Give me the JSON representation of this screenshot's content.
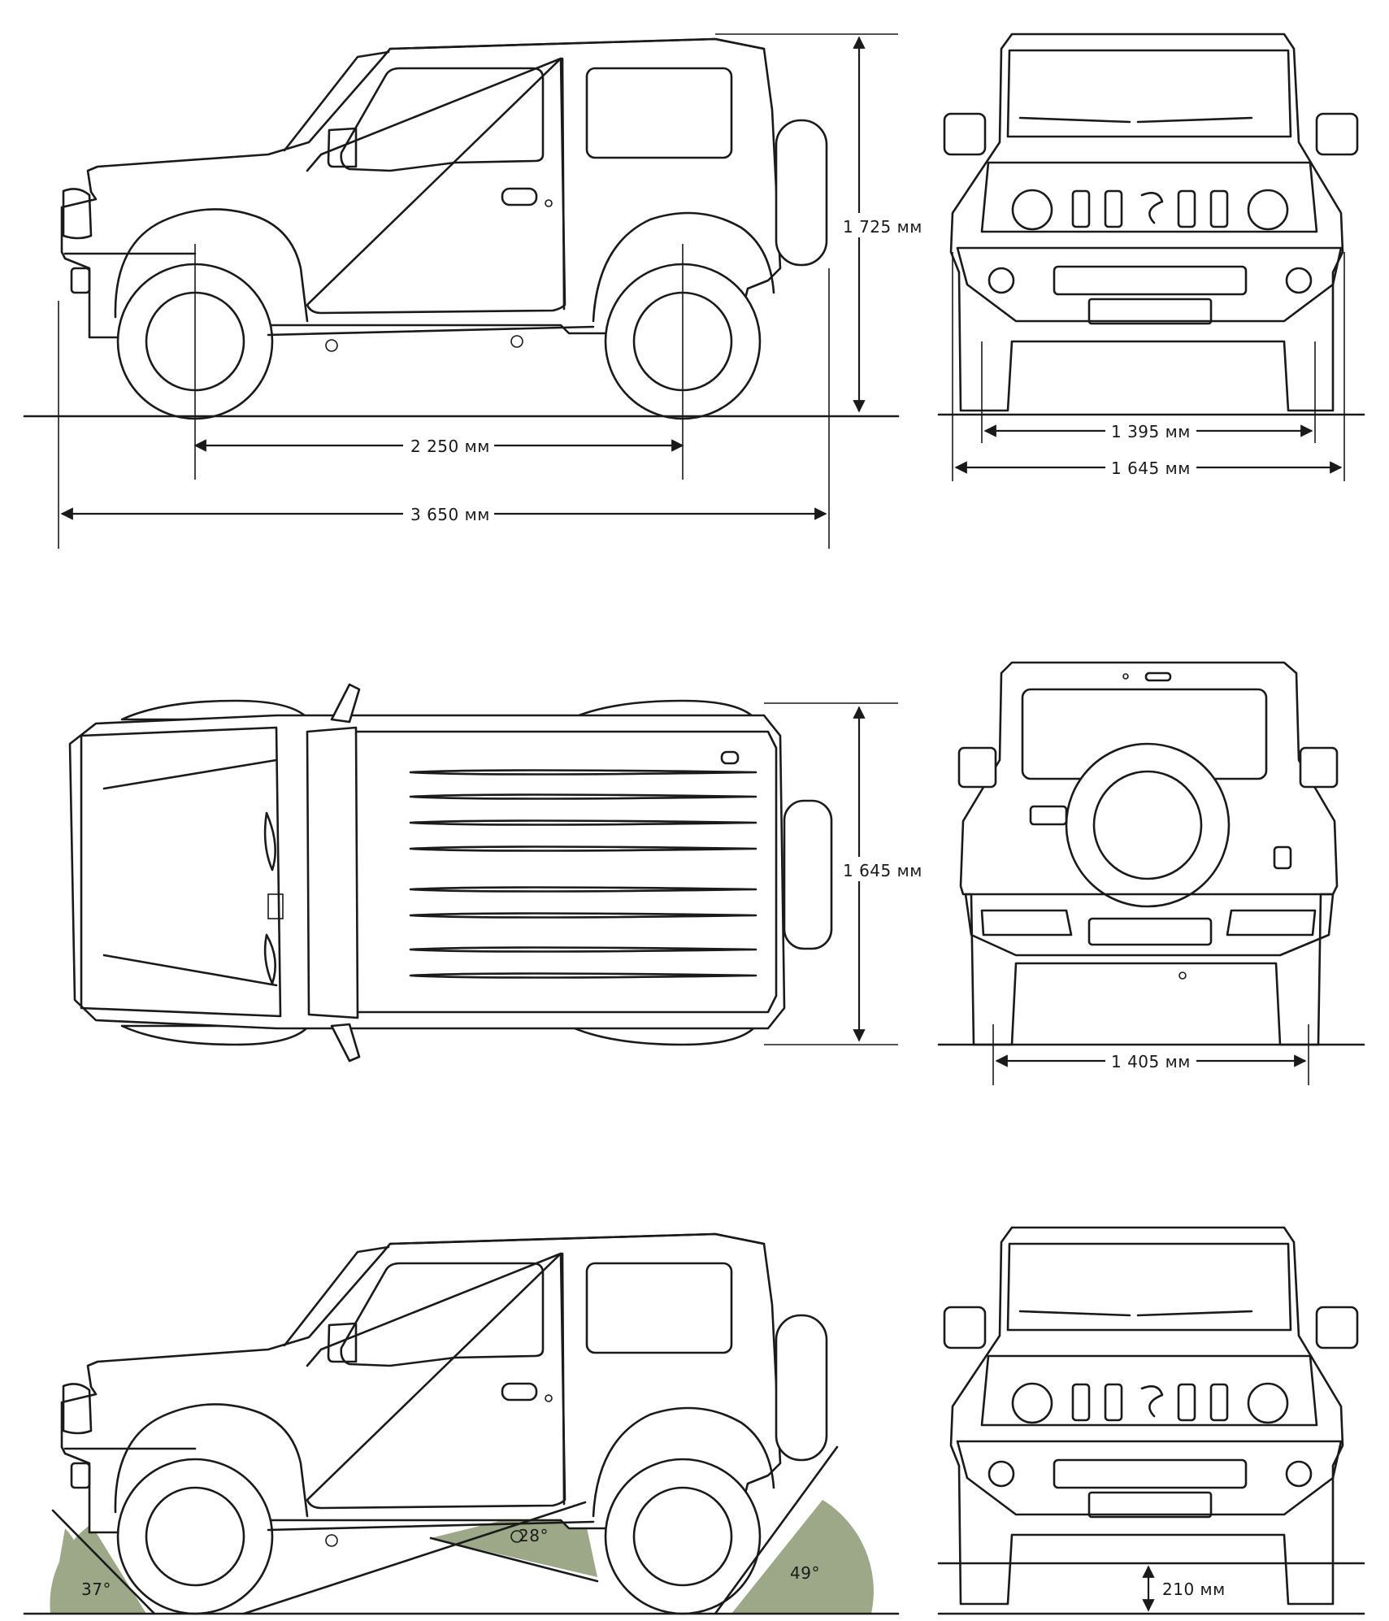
{
  "dimensions": {
    "height": "1 725 мм",
    "wheelbase": "2 250 мм",
    "length": "3 650 мм",
    "front_track": "1 395 мм",
    "width_front": "1 645 мм",
    "width_top": "1 645 мм",
    "rear_track": "1 405 мм",
    "ground_clearance": "210 мм"
  },
  "angles": {
    "approach": "37°",
    "ramp_breakover": "28°",
    "departure": "49°"
  },
  "colors": {
    "line": "#1a1a1a",
    "angle_fill": "#9ca887",
    "background": "#ffffff"
  }
}
